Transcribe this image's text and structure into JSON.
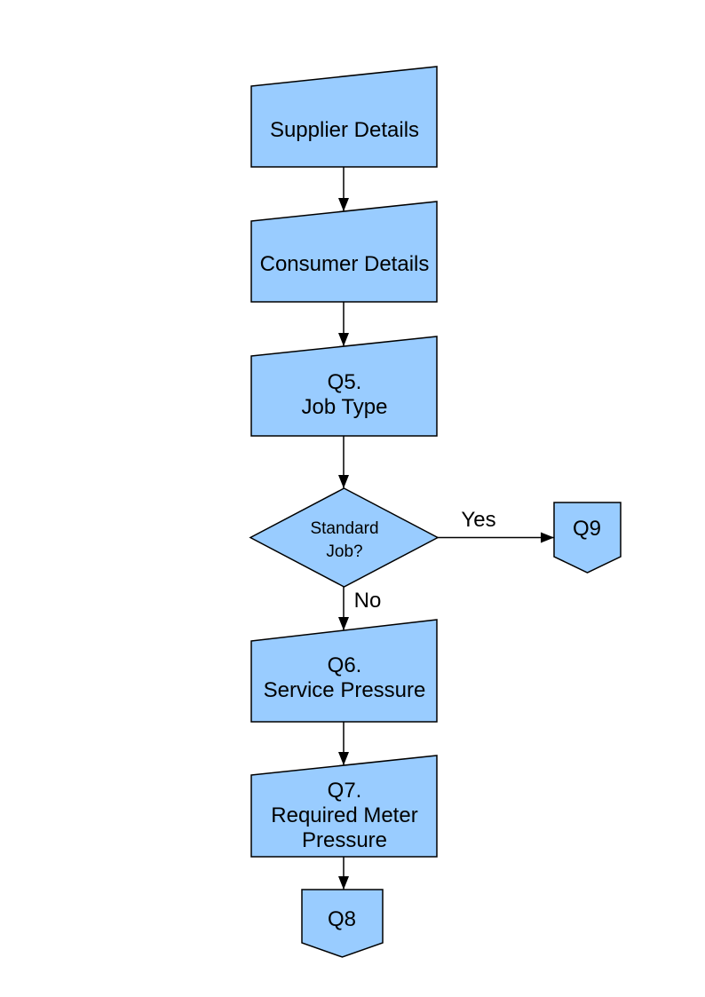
{
  "colors": {
    "node_fill": "#99CCFF",
    "node_border": "#000000",
    "connector": "#000000",
    "text": "#000000",
    "background": "#FFFFFF"
  },
  "flowchart": {
    "nodes": {
      "supplier": {
        "shape": "manual-input",
        "lines": [
          "Supplier Details"
        ]
      },
      "consumer": {
        "shape": "manual-input",
        "lines": [
          "Consumer Details"
        ]
      },
      "q5": {
        "shape": "manual-input",
        "lines": [
          "Q5.",
          "Job Type"
        ]
      },
      "standard_job": {
        "shape": "decision",
        "lines": [
          "Standard",
          "Job?"
        ]
      },
      "q9": {
        "shape": "off-page-connector",
        "lines": [
          "Q9"
        ]
      },
      "q6": {
        "shape": "manual-input",
        "lines": [
          "Q6.",
          "Service Pressure"
        ]
      },
      "q7": {
        "shape": "manual-input",
        "lines": [
          "Q7.",
          "Required Meter",
          "Pressure"
        ]
      },
      "q8": {
        "shape": "off-page-connector",
        "lines": [
          "Q8"
        ]
      }
    },
    "edge_labels": {
      "yes": "Yes",
      "no": "No"
    }
  }
}
